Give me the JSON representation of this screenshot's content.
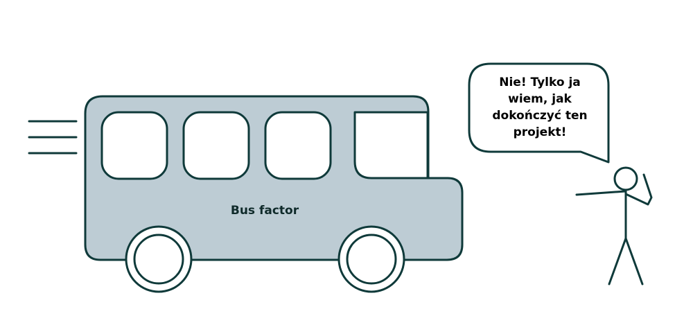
{
  "bus": {
    "label": "Bus factor",
    "body_color": "#bdccd4",
    "window_color": "#ffffff"
  },
  "speech": {
    "lines": [
      "Nie! Tylko ja",
      "wiem, jak",
      "dokończyć ten",
      "projekt!"
    ]
  },
  "colors": {
    "ink": "#0f3a3a",
    "background": "#ffffff"
  },
  "icons": [
    "speed-lines-icon",
    "bus-icon",
    "wheel-icon",
    "stick-figure-icon",
    "speech-bubble-icon"
  ]
}
